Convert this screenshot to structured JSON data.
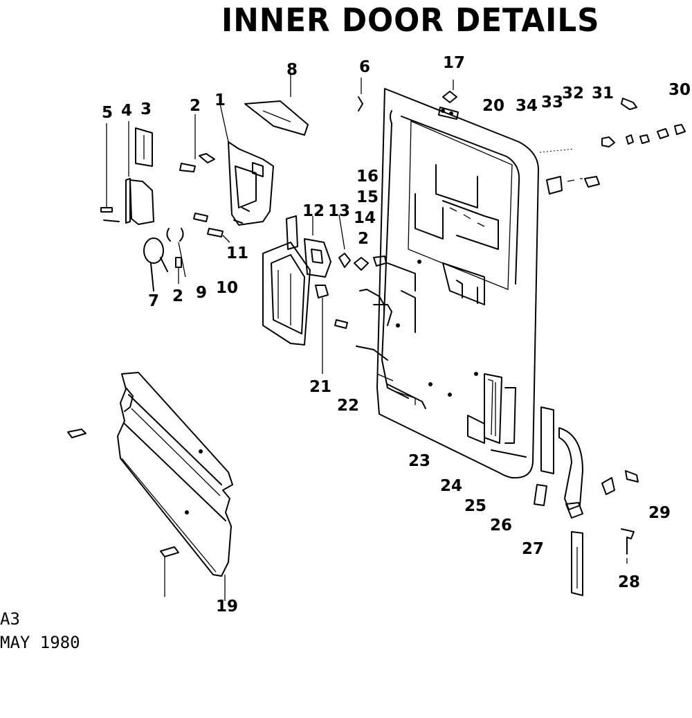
{
  "title": "INNER DOOR DETAILS",
  "doc_code": "A3",
  "doc_date": "MAY 1980",
  "callouts": [
    "5",
    "4",
    "3",
    "2",
    "1",
    "8",
    "6",
    "17",
    "20",
    "34",
    "33",
    "32",
    "31",
    "30",
    "16",
    "15",
    "14",
    "2",
    "12",
    "13",
    "11",
    "7",
    "2",
    "9",
    "10",
    "21",
    "22",
    "23",
    "24",
    "25",
    "26",
    "27",
    "28",
    "29",
    "19"
  ]
}
